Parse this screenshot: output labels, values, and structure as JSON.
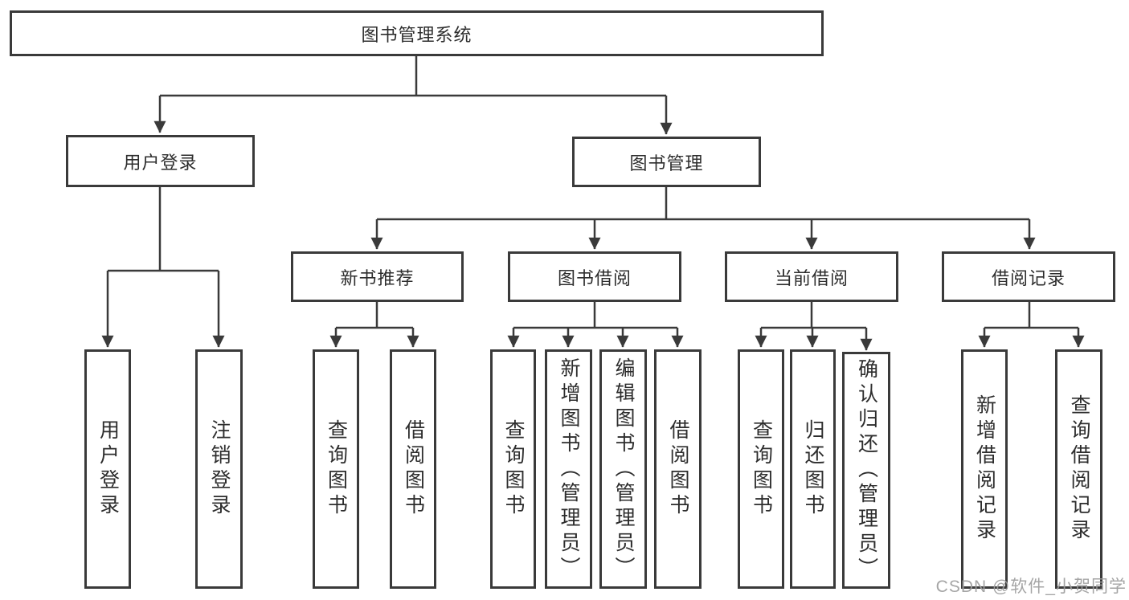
{
  "diagram": {
    "title": "图书管理系统",
    "root": {
      "label": "图书管理系统"
    },
    "level2": {
      "user_login": {
        "label": "用户登录"
      },
      "book_mgmt": {
        "label": "图书管理"
      }
    },
    "level3": {
      "new_book": {
        "label": "新书推荐"
      },
      "book_borrow": {
        "label": "图书借阅"
      },
      "current_borrow": {
        "label": "当前借阅"
      },
      "borrow_record": {
        "label": "借阅记录"
      }
    },
    "leaves": {
      "user_login": {
        "label": "用户登录"
      },
      "logout": {
        "label": "注销登录"
      },
      "nb_query_book": {
        "label": "查询图书"
      },
      "nb_borrow_book": {
        "label": "借阅图书"
      },
      "bb_query_book": {
        "label": "查询图书"
      },
      "bb_add_book": {
        "label": "新增图书（管理员）"
      },
      "bb_edit_book": {
        "label": "编辑图书（管理员）"
      },
      "bb_borrow_book": {
        "label": "借阅图书"
      },
      "cb_query_book": {
        "label": "查询图书"
      },
      "cb_return_book": {
        "label": "归还图书"
      },
      "cb_confirm_return": {
        "label": "确认归还（管理员）"
      },
      "br_add_record": {
        "label": "新增借阅记录"
      },
      "br_query_record": {
        "label": "查询借阅记录"
      }
    }
  },
  "colors": {
    "line": "#3a3a3a",
    "text": "#2d2d2d",
    "background": "#ffffff",
    "watermark": "#9e9e9e"
  },
  "watermark": {
    "text": "CSDN @软件_小贺同学"
  }
}
